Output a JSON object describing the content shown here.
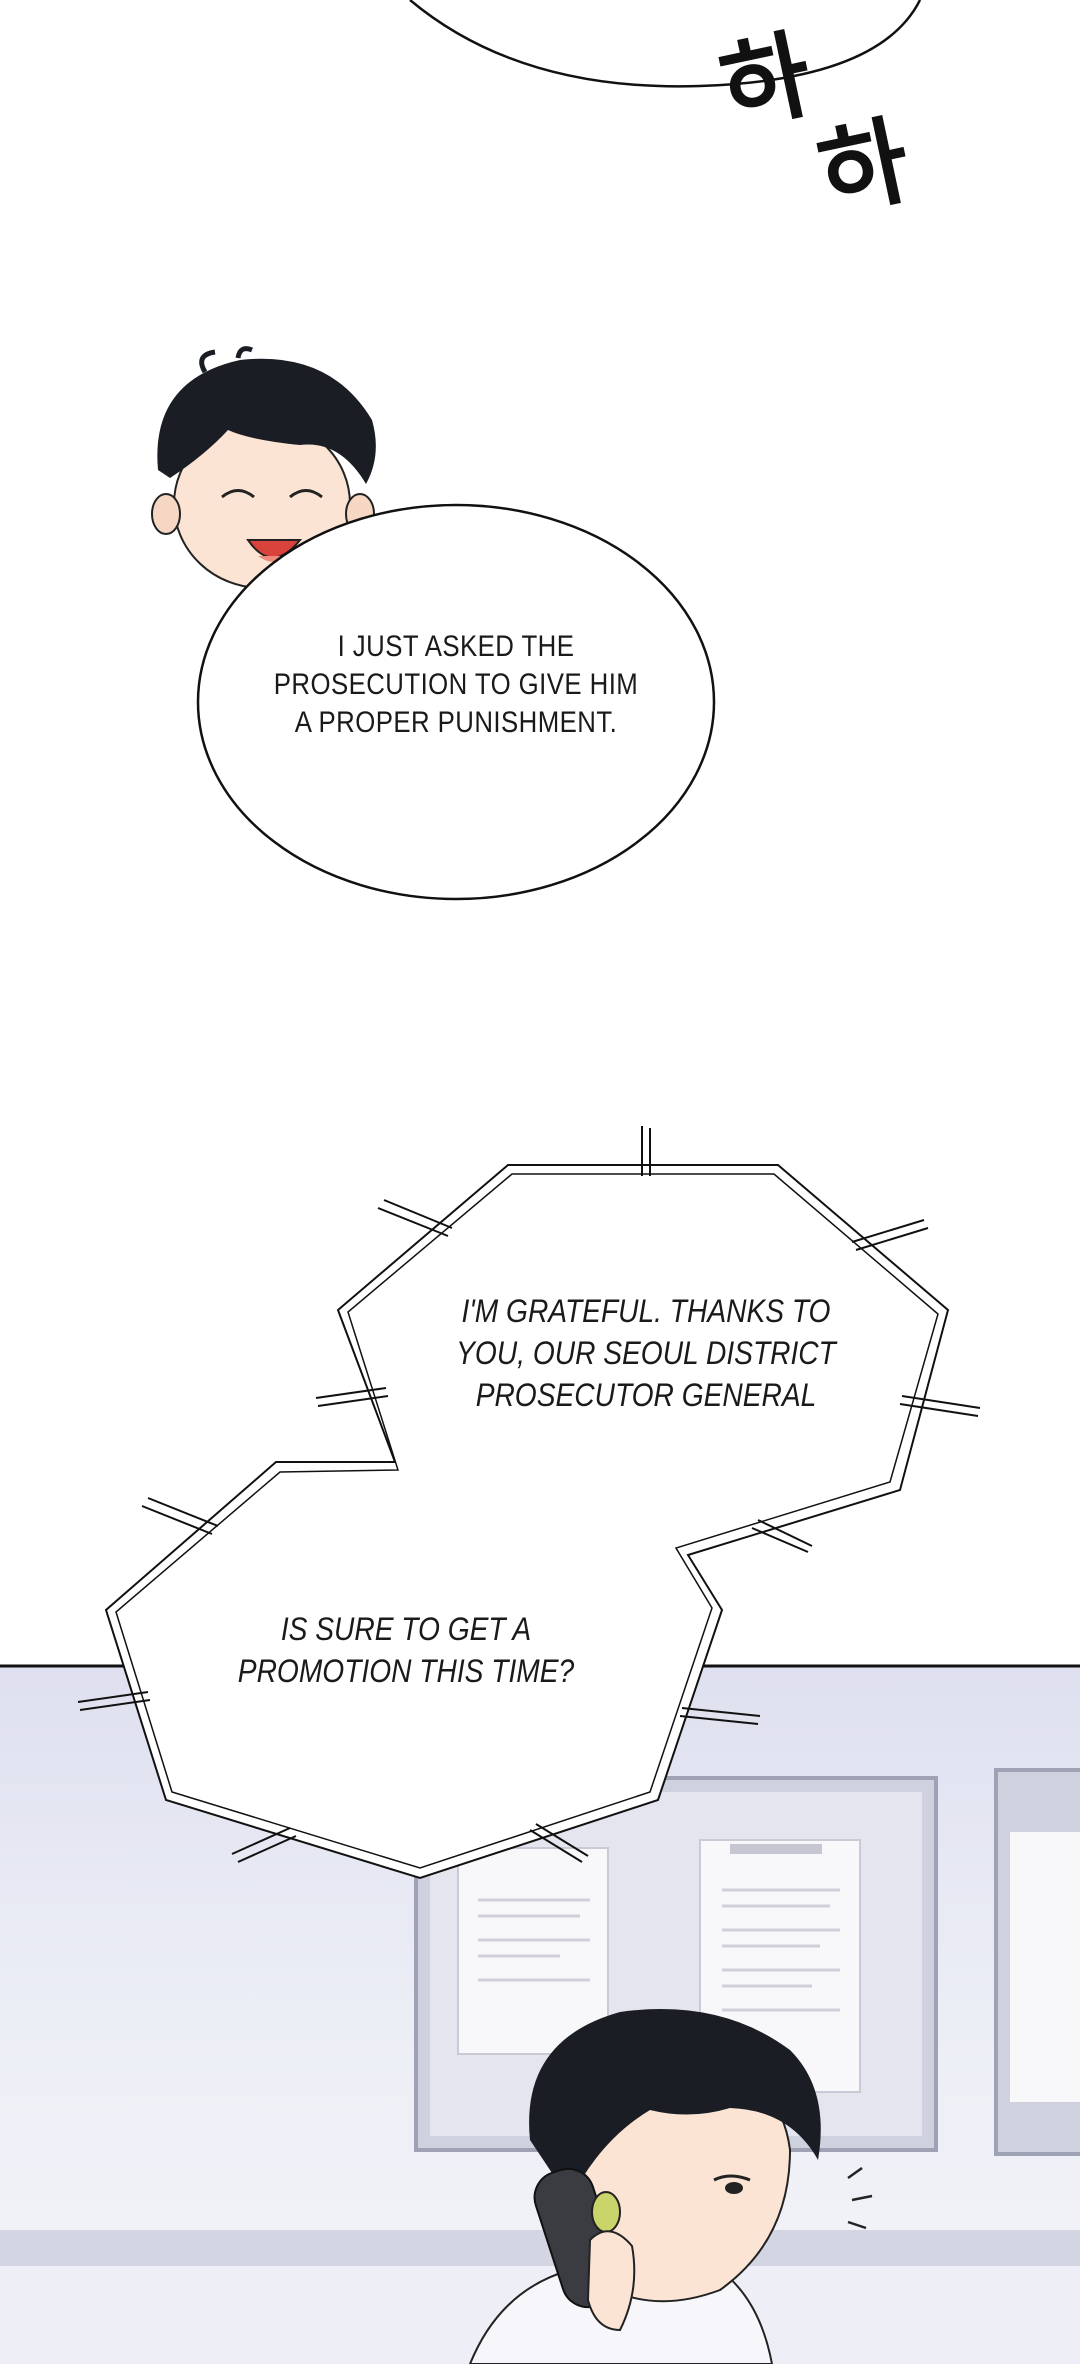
{
  "sfx": {
    "top": "하",
    "bottom": "하"
  },
  "bubble_1": {
    "lines": [
      "I JUST ASKED THE",
      "PROSECUTION TO GIVE HIM",
      "A PROPER PUNISHMENT."
    ]
  },
  "bubble_2": {
    "lines": [
      "I'M GRATEFUL. THANKS TO",
      "YOU, OUR SEOUL DISTRICT",
      "PROSECUTOR GENERAL"
    ]
  },
  "bubble_3": {
    "lines": [
      "IS SURE TO GET A",
      "PROMOTION THIS TIME?"
    ]
  },
  "colors": {
    "background": "#ffffff",
    "ink": "#111111",
    "hair": "#1b1d24",
    "skin": "#fbe4d3",
    "wall": "#e6e7f2",
    "phone": "#3a3c42"
  }
}
